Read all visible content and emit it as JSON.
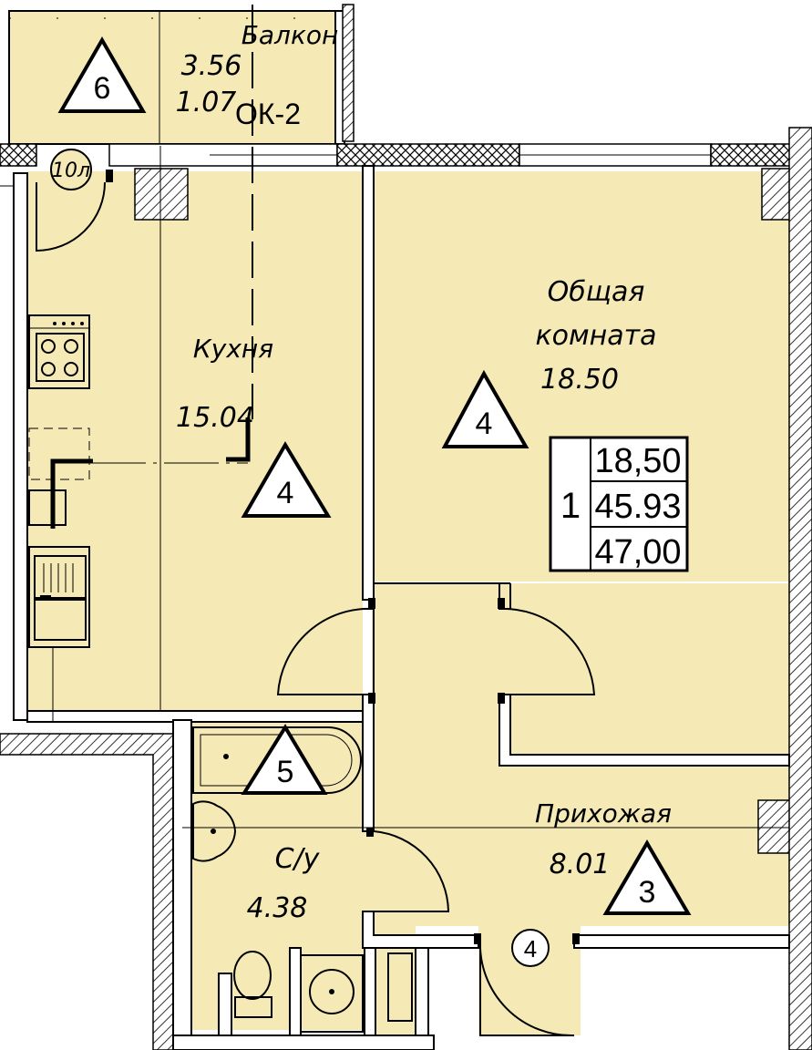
{
  "balcony": {
    "name": "Балкон",
    "area": "3.56",
    "coefficient": "1.07",
    "window_mark": "ОК-2",
    "marker": "6"
  },
  "kitchen": {
    "name": "Кухня",
    "area": "15.04",
    "marker": "4",
    "boiler_label": "10л"
  },
  "living_room": {
    "name_line1": "Общая",
    "name_line2": "комната",
    "area": "18.50",
    "marker": "4"
  },
  "bathroom": {
    "name": "С/у",
    "area": "4.38",
    "marker": "5"
  },
  "hallway": {
    "name": "Прихожая",
    "area": "8.01",
    "marker": "3",
    "entrance_marker": "4"
  },
  "summary": {
    "rooms": "1",
    "living_area": "18,50",
    "total_area": "45.93",
    "total_with_balcony": "47,00"
  },
  "colors": {
    "room_fill": "#f5eab6",
    "line": "#000000"
  }
}
